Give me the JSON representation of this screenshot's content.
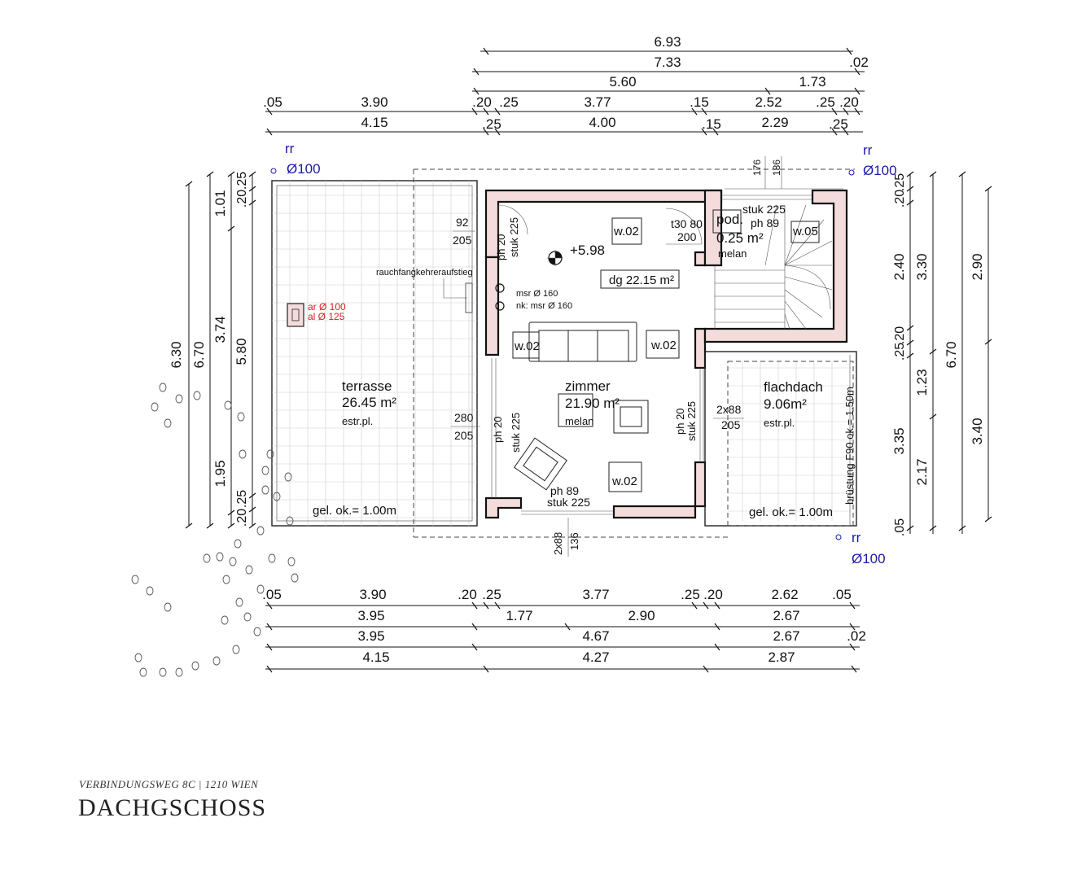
{
  "footer": {
    "address": "VERBINDUNGSWEG 8C | 1210 WIEN",
    "title": "DACHGSCHOSS"
  },
  "top_dimensions": {
    "row1": [
      "6.93"
    ],
    "row2": [
      "7.33",
      ".02"
    ],
    "row3": [
      "5.60",
      "1.73"
    ],
    "row4": [
      ".05",
      "3.90",
      ".20",
      ".25",
      "3.77",
      ".15",
      "2.52",
      ".25",
      ".20"
    ],
    "row5": [
      "4.15",
      ".25",
      "4.00",
      ".15",
      "2.29",
      ".25"
    ]
  },
  "bottom_dimensions": {
    "row1": [
      ".05",
      "3.90",
      ".20",
      ".25",
      "3.77",
      ".25",
      ".20",
      "2.62",
      ".05"
    ],
    "row2": [
      "3.95",
      "1.77",
      "2.90",
      "2.67"
    ],
    "row3": [
      "3.95",
      "4.67",
      "2.67",
      ".02"
    ],
    "row4": [
      "4.15",
      "4.27",
      "2.87"
    ]
  },
  "left_dimensions": {
    "col1": [
      "6.30"
    ],
    "col2": [
      "6.70"
    ],
    "col3": [
      "1.01",
      "3.74",
      "1.95"
    ],
    "col4": [
      ".25",
      ".20",
      "5.80",
      ".25",
      ".20"
    ]
  },
  "right_dimensions": {
    "col1": [
      ".25",
      ".20",
      "2.40",
      ".20",
      ".25",
      "3.35",
      ".05"
    ],
    "col2": [
      "3.30",
      "1.23",
      "2.17"
    ],
    "col3": [
      "6.70"
    ],
    "col4": [
      "2.90",
      "3.40"
    ]
  },
  "drains": {
    "top_left": {
      "label": "rr",
      "diameter": "Ø100"
    },
    "top_right": {
      "label": "rr",
      "diameter": "Ø100"
    },
    "bottom_right": {
      "label": "rr",
      "diameter": "Ø100"
    }
  },
  "rooms": {
    "terrasse": {
      "name": "terrasse",
      "area": "26.45 m²",
      "floor": "estr.pl.",
      "level": "gel. ok.= 1.00m"
    },
    "zimmer": {
      "name": "zimmer",
      "area": "21.90 m²",
      "floor": "melan"
    },
    "flachdach": {
      "name": "flachdach",
      "area": "9.06m²",
      "floor": "estr.pl.",
      "level": "gel. ok.= 1.00m",
      "railing": "brüstung F90 ok.= 1.50m"
    },
    "podest": {
      "name": "pod.",
      "area": "0.25 m²",
      "floor": "melan"
    }
  },
  "annotations": {
    "level_mark": "+5.98",
    "dg_area": "dg 22.15 m²",
    "chimney_access": "rauchfangkehreraufstieg",
    "chimney_red_1": "ar Ø 100",
    "chimney_red_2": "al Ø 125",
    "msr": "msr Ø 160",
    "nk_msr": "nk: msr Ø 160",
    "door_top_num": "92",
    "door_top_den": "205",
    "door_top_vert": "ph 20\nstuk 225",
    "door_left_num": "280",
    "door_left_den": "205",
    "door_left_vert": "ph 20\nstuk 225",
    "door_right_num": "2x88",
    "door_right_den": "205",
    "door_right_vert": "ph 20\nstuk 225",
    "door_bottom": "ph 89\nstuk 225",
    "door_bottom_dims": "2x88",
    "door_bottom_dims2": "136",
    "stair_door_num": "t30 80",
    "stair_door_den": "200",
    "stair_ph": "ph 89",
    "stair_stuk": "stuk 225",
    "stair_176": "176",
    "stair_186": "186",
    "w02_1": "w.02",
    "w02_2": "w.02",
    "w02_3": "w.02",
    "w02_4": "w.02",
    "w05": "w.05"
  },
  "colors": {
    "wall_fill": "#f4dcdc",
    "drain_blue": "#1a1aa8",
    "chimney_red": "#d42020"
  }
}
